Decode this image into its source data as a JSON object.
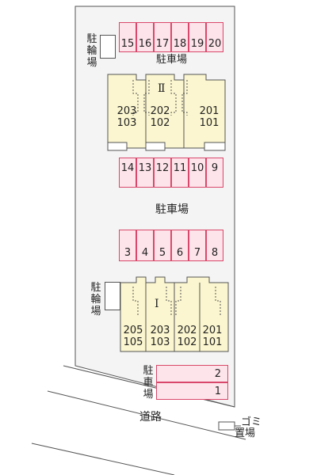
{
  "roads": {
    "road_label": "道路"
  },
  "parking": {
    "main_label": "駐車場",
    "top_row": [
      "15",
      "16",
      "17",
      "18",
      "19",
      "20"
    ],
    "upper_row": [
      "14",
      "13",
      "12",
      "11",
      "10",
      "9"
    ],
    "lower_row": [
      "3",
      "4",
      "5",
      "6",
      "7",
      "8"
    ],
    "bottom_label": "駐車場",
    "bottom_rows": [
      "2",
      "1"
    ]
  },
  "bike": {
    "upper_label": "駐輪場",
    "lower_label": "駐輪場"
  },
  "garbage": {
    "label_top": "ゴミ",
    "label_bottom": "置場"
  },
  "building2": {
    "label": "Ⅱ",
    "units": [
      {
        "upper": "203",
        "lower": "103"
      },
      {
        "upper": "202",
        "lower": "102"
      },
      {
        "upper": "201",
        "lower": "101"
      }
    ]
  },
  "building1": {
    "label": "Ⅰ",
    "units": [
      {
        "upper": "205",
        "lower": "105"
      },
      {
        "upper": "203",
        "lower": "103"
      },
      {
        "upper": "202",
        "lower": "102"
      },
      {
        "upper": "201",
        "lower": "101"
      }
    ]
  },
  "colors": {
    "parking_fill": "#fde3ea",
    "parking_stroke": "#d9486a",
    "building_fill": "#fbf6cf",
    "site_fill": "#f4f4f4"
  }
}
